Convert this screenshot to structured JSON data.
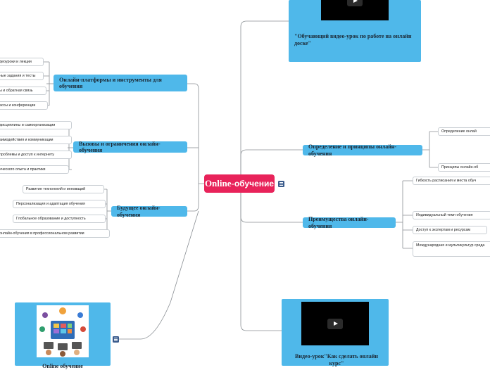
{
  "center": {
    "title_bold": "Online-",
    "title_rest": "обучение"
  },
  "topics": {
    "platforms": "Онлайн-платформы и инструменты для обучения",
    "challenges": "Вызовы и ограничения онлайн-обучения",
    "future": "Будущее онлайн-обучения",
    "definition": "Определение и принципы онлайн-обучения",
    "advantages": "Преимущества онлайн-обучения"
  },
  "leaves": {
    "platforms": [
      "деоуроки и лекции",
      "ные задания и тесты",
      "ы и обратная связь",
      "ассы и конференции"
    ],
    "challenges": [
      "дисциплины и самоорганизации",
      "аимодействия и коммуникации",
      "проблемы и доступ к интернету",
      "ического опыта и практики"
    ],
    "future": [
      "Развитие технологий и инноваций",
      "Персонализация и адаптация обучения",
      "Глобальное образование и доступность",
      "онлайн-обучения в профессиональном развитии"
    ],
    "definition": [
      "Определение онлай",
      "Принципы онлайн-об"
    ],
    "advantages": [
      "Гибкость расписания и места обуч",
      "Индивидуальный темп обучения",
      "Доступ к экспертам и ресурсам",
      "Международная и мультикультур среда"
    ]
  },
  "cards": {
    "video_top": "\"Обучающий видео-урок по работе на онлайн доске\"",
    "video_bottom": "Видео-урок\"Как сделать онлайн курс\"",
    "image_card": "Online обучение"
  },
  "icons": [
    "menu-icon",
    "play-icon",
    "online-learning-illustration"
  ],
  "colors": {
    "center": "#e8235a",
    "topic": "#4fb8ea",
    "line": "#8a8f94",
    "menu": "#3a5b8c"
  }
}
